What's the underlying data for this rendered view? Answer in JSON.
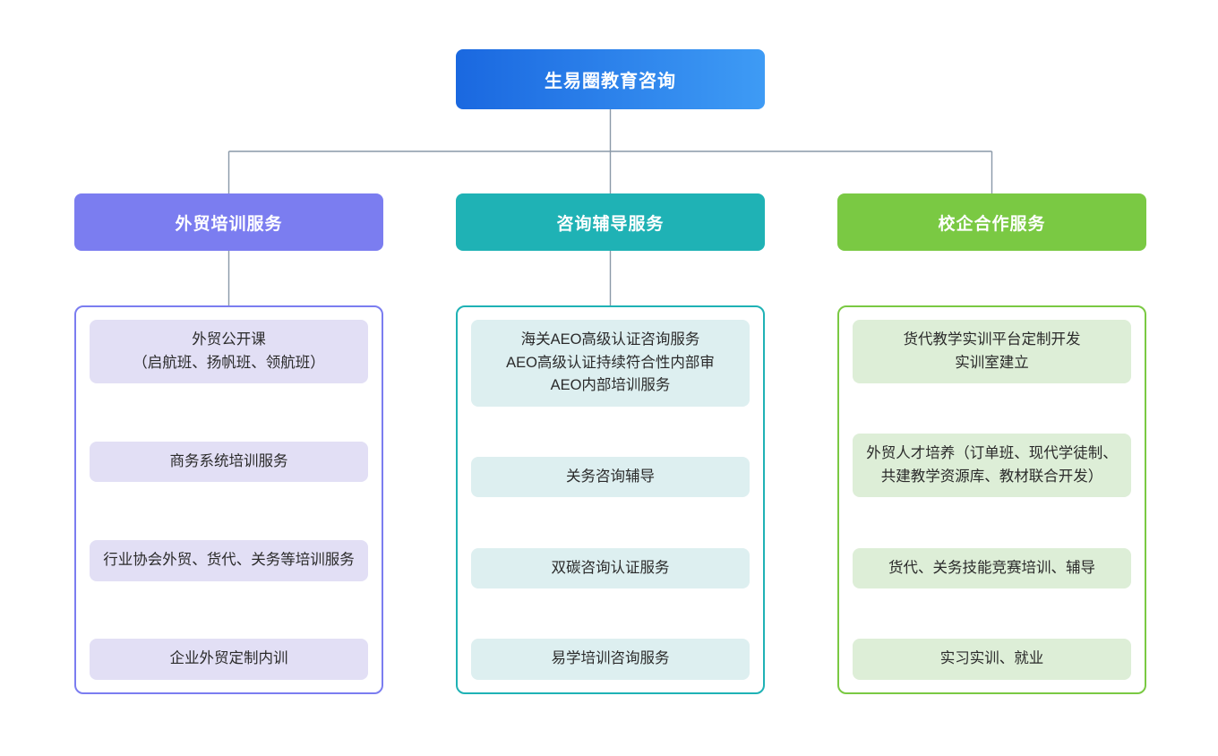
{
  "chart_data": {
    "type": "diagram",
    "diagram_type": "organization-tree",
    "title": "生易圈教育咨询",
    "orientation": "top-down",
    "levels": 3,
    "root": {
      "label": "生易圈教育咨询",
      "color_start": "#1a68e0",
      "color_end": "#3e9bf5",
      "text_color": "#ffffff"
    },
    "branches": [
      {
        "label": "外贸培训服务",
        "color": "#7b7df0",
        "card_bg": "#e2dff5",
        "box_border": "#7b7df0",
        "has_connector": true,
        "items": [
          "外贸公开课\n（启航班、扬帆班、领航班）",
          "商务系统培训服务",
          "行业协会外贸、货代、关务等培训服务",
          "企业外贸定制内训"
        ]
      },
      {
        "label": "咨询辅导服务",
        "color": "#1fb2b5",
        "card_bg": "#ddeff0",
        "box_border": "#1fb2b5",
        "has_connector": true,
        "items": [
          "海关AEO高级认证咨询服务\nAEO高级认证持续符合性内部审\nAEO内部培训服务",
          "关务咨询辅导",
          "双碳咨询认证服务",
          "易学培训咨询服务"
        ]
      },
      {
        "label": "校企合作服务",
        "color": "#7ac943",
        "card_bg": "#ddeed7",
        "box_border": "#7ac943",
        "has_connector": false,
        "items": [
          "货代教学实训平台定制开发\n实训室建立",
          "外贸人才培养（订单班、现代学徒制、共建教学资源库、教材联合开发）",
          "货代、关务技能竞赛培训、辅导",
          "实习实训、就业"
        ]
      }
    ],
    "connector_color": "#8a99a8",
    "background": "#ffffff"
  }
}
